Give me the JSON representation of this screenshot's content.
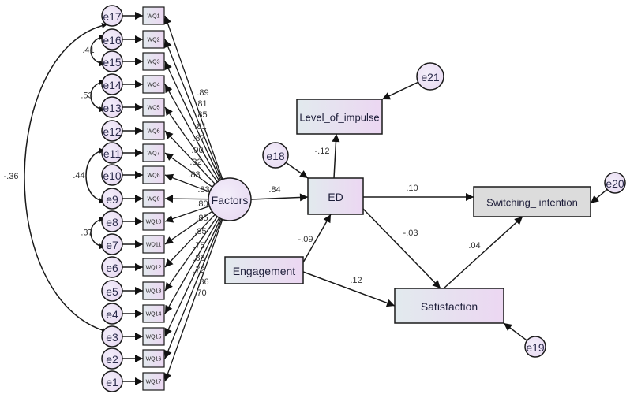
{
  "diagram": {
    "type": "structural-equation-model",
    "latent": {
      "id": "Factors",
      "label": "Factors"
    },
    "indicators": [
      {
        "id": "WQ1",
        "label": "WQ1",
        "error": "e17",
        "loading": ".89"
      },
      {
        "id": "WQ2",
        "label": "WQ2",
        "error": "e16",
        "loading": ".81"
      },
      {
        "id": "WQ3",
        "label": "WQ3",
        "error": "e15",
        "loading": ".85"
      },
      {
        "id": "WQ4",
        "label": "WQ4",
        "error": "e14",
        "loading": ".81"
      },
      {
        "id": "WQ5",
        "label": "WQ5",
        "error": "e13",
        "loading": ".87"
      },
      {
        "id": "WQ6",
        "label": "WQ6",
        "error": "e12",
        "loading": ".90"
      },
      {
        "id": "WQ7",
        "label": "WQ7",
        "error": "e11",
        "loading": ".82"
      },
      {
        "id": "WQ8",
        "label": "WQ8",
        "error": "e10",
        "loading": ".83"
      },
      {
        "id": "WQ9",
        "label": "WQ9",
        "error": "e9",
        "loading": ".83"
      },
      {
        "id": "WQ10",
        "label": "WQ10",
        "error": "e8",
        "loading": ".80"
      },
      {
        "id": "WQ11",
        "label": "WQ11",
        "error": "e7",
        "loading": ".85"
      },
      {
        "id": "WQ12",
        "label": "WQ12",
        "error": "e6",
        "loading": ".85"
      },
      {
        "id": "WQ13",
        "label": "WQ13",
        "error": "e5",
        "loading": ".75"
      },
      {
        "id": "WQ14",
        "label": "WQ14",
        "error": "e4",
        "loading": ".88"
      },
      {
        "id": "WQ15",
        "label": "WQ15",
        "error": "e3",
        "loading": ".72"
      },
      {
        "id": "WQ16",
        "label": "WQ16",
        "error": "e2",
        "loading": ".86"
      },
      {
        "id": "WQ17",
        "label": "WQ17",
        "error": "e1",
        "loading": ".70"
      }
    ],
    "covariances": [
      {
        "from": "e16",
        "to": "e15",
        "value": ".41"
      },
      {
        "from": "e14",
        "to": "e13",
        "value": ".53"
      },
      {
        "from": "e11",
        "to": "e9",
        "value": ".44"
      },
      {
        "from": "e8",
        "to": "e7",
        "value": ".37"
      },
      {
        "from": "e17",
        "to": "e3",
        "value": "-.36"
      }
    ],
    "observed": {
      "ED": "ED",
      "Level_of_impulse": "Level_of_impulse",
      "Switching_intention": "Switching_ intention",
      "Engagement": "Engagement",
      "Satisfaction": "Satisfaction"
    },
    "structural_errors": {
      "ED": "e18",
      "Level_of_impulse": "e21",
      "Switching_intention": "e20",
      "Satisfaction": "e19"
    },
    "paths": [
      {
        "from": "Factors",
        "to": "ED",
        "value": ".84"
      },
      {
        "from": "ED",
        "to": "Level_of_impulse",
        "value": "-.12"
      },
      {
        "from": "ED",
        "to": "Switching_intention",
        "value": ".10"
      },
      {
        "from": "ED",
        "to": "Satisfaction",
        "value": "-.03"
      },
      {
        "from": "Engagement",
        "to": "ED",
        "value": "-.09"
      },
      {
        "from": "Engagement",
        "to": "Satisfaction",
        "value": ".12"
      },
      {
        "from": "Satisfaction",
        "to": "Switching_intention",
        "value": ".04"
      }
    ],
    "colors": {
      "node_fill_start": "#e2eaee",
      "node_fill_end": "#ecd7f2",
      "switching_fill": "#dcdcdc",
      "stroke": "#1a1a1a",
      "label": "#333333"
    }
  }
}
